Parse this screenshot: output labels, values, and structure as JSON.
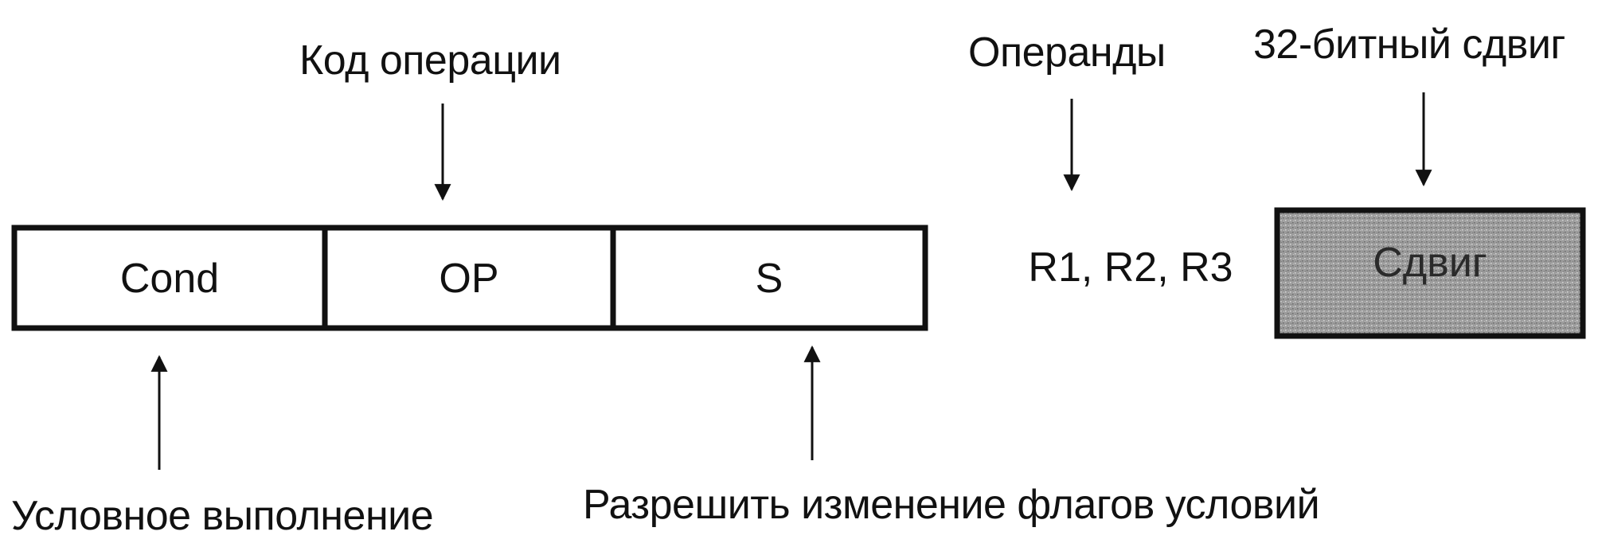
{
  "labels": {
    "opcode": "Код операции",
    "operands": "Операнды",
    "shift32": "32-битный сдвиг",
    "conditional": "Условное выполнение",
    "set_flags": "Разрешить изменение флагов условий"
  },
  "instruction_fields": {
    "cond": "Cond",
    "op": "OP",
    "s": "S"
  },
  "registers": "R1, R2, R3",
  "shift_box": "Сдвиг",
  "colors": {
    "ink": "#111111",
    "shift_fill": "#9a9a9a"
  }
}
